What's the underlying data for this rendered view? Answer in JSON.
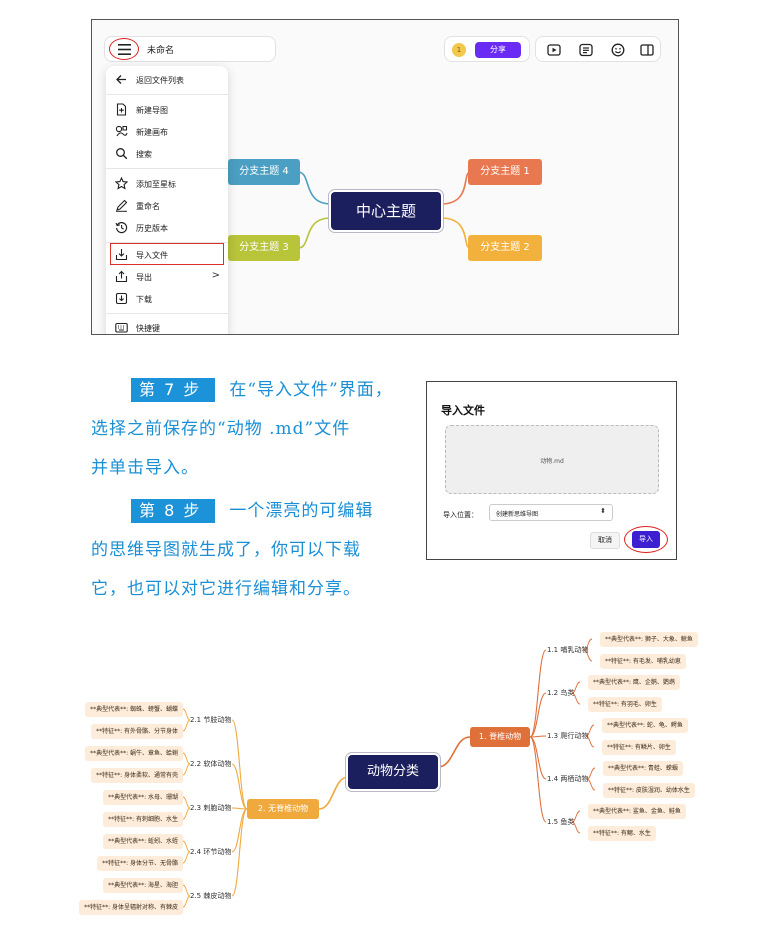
{
  "app": {
    "doc_title": "未命名",
    "user_badge": "1",
    "share_label": "分享",
    "menu": {
      "back": "返回文件列表",
      "new_map": "新建导图",
      "new_canvas": "新建画布",
      "search": "搜索",
      "star": "添加至星标",
      "rename": "重命名",
      "history": "历史版本",
      "import": "导入文件",
      "export": "导出",
      "export_chevron": ">",
      "download": "下载",
      "shortcuts": "快捷键"
    },
    "mindmap": {
      "center": "中心主题",
      "topics": [
        "分支主题 1",
        "分支主题 2",
        "分支主题 3",
        "分支主题 4"
      ],
      "colors": {
        "t1": "#e8784f",
        "t2": "#f2b03c",
        "t3": "#b8c43a",
        "t4": "#4b9fc2",
        "center": "#1c1f5e"
      }
    }
  },
  "steps": {
    "step7": {
      "badge": "第 7 步",
      "lines": [
        "在“导入文件”界面，",
        "选择之前保存的“动物 .md”文件",
        "并单击导入。"
      ]
    },
    "step8": {
      "badge": "第 8 步",
      "lines": [
        "一个漂亮的可编辑",
        "的思维导图就生成了，你可以下载",
        "它，也可以对它进行编辑和分享。"
      ]
    }
  },
  "dialog": {
    "title": "导入文件",
    "file_name": "动物.md",
    "location_label": "导入位置：",
    "location_value": "创建新思维导图",
    "location_arrow": "⌃⌄",
    "cancel": "取消",
    "import": "导入"
  },
  "animal_map": {
    "center": "动物分类",
    "branches": [
      {
        "label": "1. 脊椎动物",
        "color": "#e0703a",
        "subs": [
          {
            "label": "1.1 哺乳动物",
            "leaves": [
              "**典型代表**: 狮子、大象、鲸鱼",
              "**特征**: 有毛发、哺乳幼崽"
            ]
          },
          {
            "label": "1.2 鸟类",
            "leaves": [
              "**典型代表**: 鹰、企鹅、鹦鹉",
              "**特征**: 有羽毛、卵生"
            ]
          },
          {
            "label": "1.3 爬行动物",
            "leaves": [
              "**典型代表**: 蛇、龟、鳄鱼",
              "**特征**: 有鳞片、卵生"
            ]
          },
          {
            "label": "1.4 两栖动物",
            "leaves": [
              "**典型代表**: 青蛙、蝾螈",
              "**特征**: 皮肤湿润、幼体水生"
            ]
          },
          {
            "label": "1.5 鱼类",
            "leaves": [
              "**典型代表**: 鲨鱼、金鱼、鲑鱼",
              "**特征**: 有鳃、水生"
            ]
          }
        ]
      },
      {
        "label": "2. 无脊椎动物",
        "color": "#f0a93c",
        "subs": [
          {
            "label": "2.1 节肢动物",
            "leaves": [
              "**典型代表**: 蜘蛛、螃蟹、蝴蝶",
              "**特征**: 有外骨骼、分节身体"
            ]
          },
          {
            "label": "2.2 软体动物",
            "leaves": [
              "**典型代表**: 蜗牛、章鱼、蛤蜊",
              "**特征**: 身体柔软、通常有壳"
            ]
          },
          {
            "label": "2.3 刺胞动物",
            "leaves": [
              "**典型代表**: 水母、珊瑚",
              "**特征**: 有刺细胞、水生"
            ]
          },
          {
            "label": "2.4 环节动物",
            "leaves": [
              "**典型代表**: 蚯蚓、水蛭",
              "**特征**: 身体分节、无骨骼"
            ]
          },
          {
            "label": "2.5 棘皮动物",
            "leaves": [
              "**典型代表**: 海星、海胆",
              "**特征**: 身体呈辐射对称、有棘皮"
            ]
          }
        ]
      }
    ]
  }
}
